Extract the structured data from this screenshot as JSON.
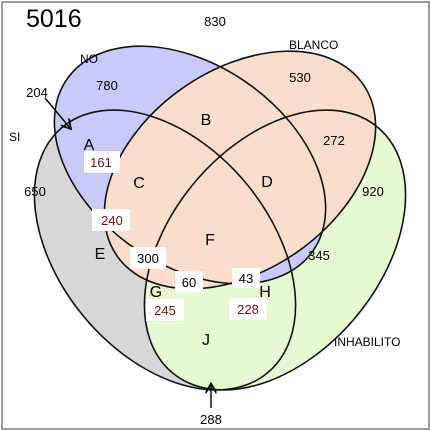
{
  "total": "5016",
  "outside_count": "830",
  "sets": {
    "no": {
      "label": "NO",
      "only_count": "780",
      "color": "#8c8cf5"
    },
    "blanco": {
      "label": "BLANCO",
      "only_count": "530",
      "color": "#f5b48c"
    },
    "si": {
      "label": "SI",
      "only_count": "650",
      "color": "#a7a7a7"
    },
    "inhabilito": {
      "label": "INHABILITO",
      "only_count": "920",
      "color": "#c8f2a0"
    }
  },
  "regions": {
    "A": "A",
    "B": "B",
    "C": "C",
    "D": "D",
    "E": "E",
    "F": "F",
    "G": "G",
    "H": "H",
    "J": "J"
  },
  "counts": {
    "arrow_top": "204",
    "arrow_bottom": "288",
    "no_blanco_inhab": "272",
    "blanco_inhab": "345",
    "boxed_a": "161",
    "boxed_e": "240",
    "boxed_c_e": "300",
    "boxed_f_g": "60",
    "boxed_f_h": "43",
    "boxed_g": "245",
    "boxed_h": "228"
  },
  "colors": {
    "highlight_text": "#7a1010",
    "plain_text": "#000000"
  }
}
